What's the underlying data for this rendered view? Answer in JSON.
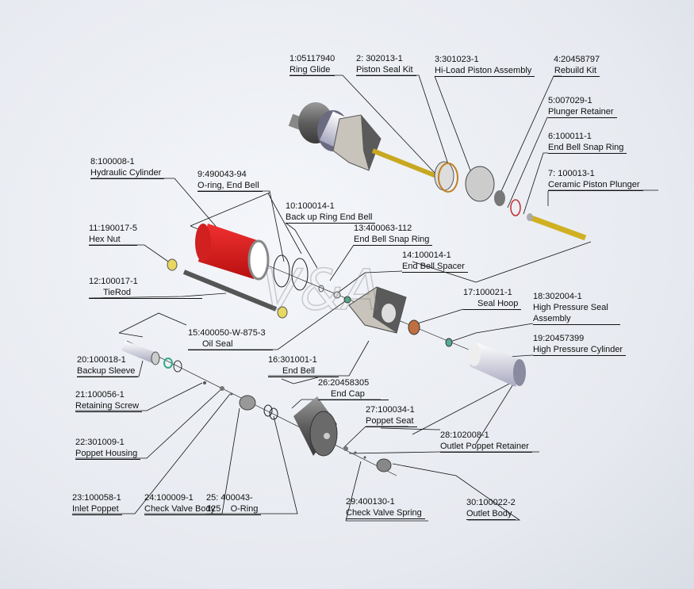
{
  "watermark": "V&A",
  "parts": [
    {
      "id": "1:05117940",
      "name": "Ring Glide"
    },
    {
      "id": "2: 302013-1",
      "name": "Piston Seal Kit"
    },
    {
      "id": "3:301023-1",
      "name": "Hi-Load Piston Assembly"
    },
    {
      "id": "4:20458797",
      "name": "Rebuild Kit"
    },
    {
      "id": "5:007029-1",
      "name": "Plunger Retainer"
    },
    {
      "id": "6:100011-1",
      "name": "End Bell Snap Ring"
    },
    {
      "id": "7:  100013-1",
      "name": "Ceramic Piston Plunger"
    },
    {
      "id": "8:100008-1",
      "name": "Hydraulic  Cylinder"
    },
    {
      "id": "9:490043-94",
      "name": "O-ring,  End Bell"
    },
    {
      "id": "10:100014-1",
      "name": "Back up Ring End Bell"
    },
    {
      "id": "11:190017-5",
      "name": "Hex Nut"
    },
    {
      "id": "12:100017-1",
      "name": "TieRod"
    },
    {
      "id": "13:400063-112",
      "name": "End Bell Snap Ring"
    },
    {
      "id": "14:100014-1",
      "name": "End Bell Spacer"
    },
    {
      "id": "15:400050-W-875-3",
      "name": "Oil Seal"
    },
    {
      "id": "16:301001-1",
      "name": "End Bell"
    },
    {
      "id": "17:100021-1",
      "name": "Seal Hoop"
    },
    {
      "id": "18:302004-1",
      "name": "High Pressure Seal Assembly"
    },
    {
      "id": "19:20457399",
      "name": "High Pressure Cylinder"
    },
    {
      "id": "20:100018-1",
      "name": "Backup Sleeve"
    },
    {
      "id": "21:100056-1",
      "name": "Retaining Screw"
    },
    {
      "id": "22:301009-1",
      "name": "Poppet Housing"
    },
    {
      "id": "23:100058-1",
      "name": "Inlet Poppet"
    },
    {
      "id": "24:100009-1",
      "name": "Check Valve Body"
    },
    {
      "id": "25: 400043-",
      "name": "125    O-Ring"
    },
    {
      "id": "26:20458305",
      "name": "End Cap"
    },
    {
      "id": "27:100034-1",
      "name": "Poppet Seat"
    },
    {
      "id": "28:102008-1",
      "name": "Outlet Poppet Retainer"
    },
    {
      "id": "29:400130-1",
      "name": "Check Valve Spring"
    },
    {
      "id": "30:100022-2",
      "name": "Outlet Body"
    }
  ]
}
